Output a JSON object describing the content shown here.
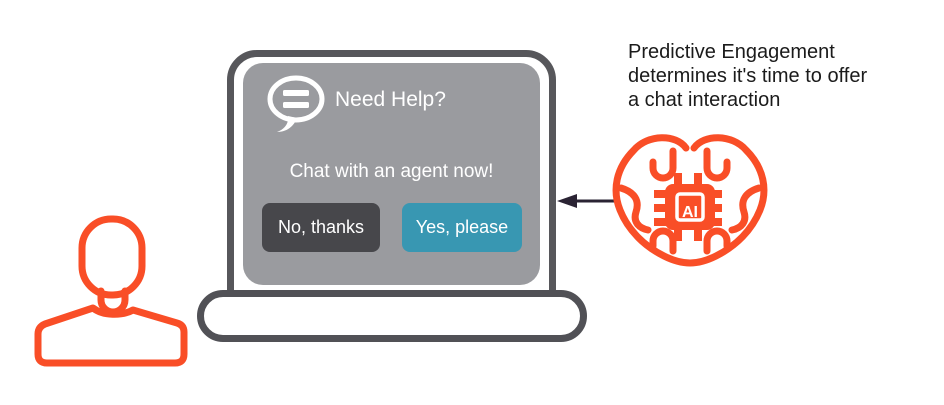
{
  "annotation": {
    "lines": [
      "Predictive Engagement",
      "determines it's time to offer",
      "a chat interaction"
    ]
  },
  "chat_widget": {
    "heading": "Need Help?",
    "message": "Chat with an agent now!",
    "buttons": {
      "decline": "No, thanks",
      "accept": "Yes, please"
    }
  },
  "ai": {
    "chip_label": "AI"
  },
  "icons": {
    "person": "user-icon",
    "chat_bubble": "chat-bubble-icon",
    "brain": "ai-brain-icon"
  },
  "colors": {
    "orange": "#F94E27",
    "frame_gray": "#57575B",
    "panel_gray": "#9A9B9F",
    "button_dark": "#47474B",
    "button_teal": "#3897B2",
    "arrow": "#2A2333",
    "text": "#1B1B1B"
  }
}
